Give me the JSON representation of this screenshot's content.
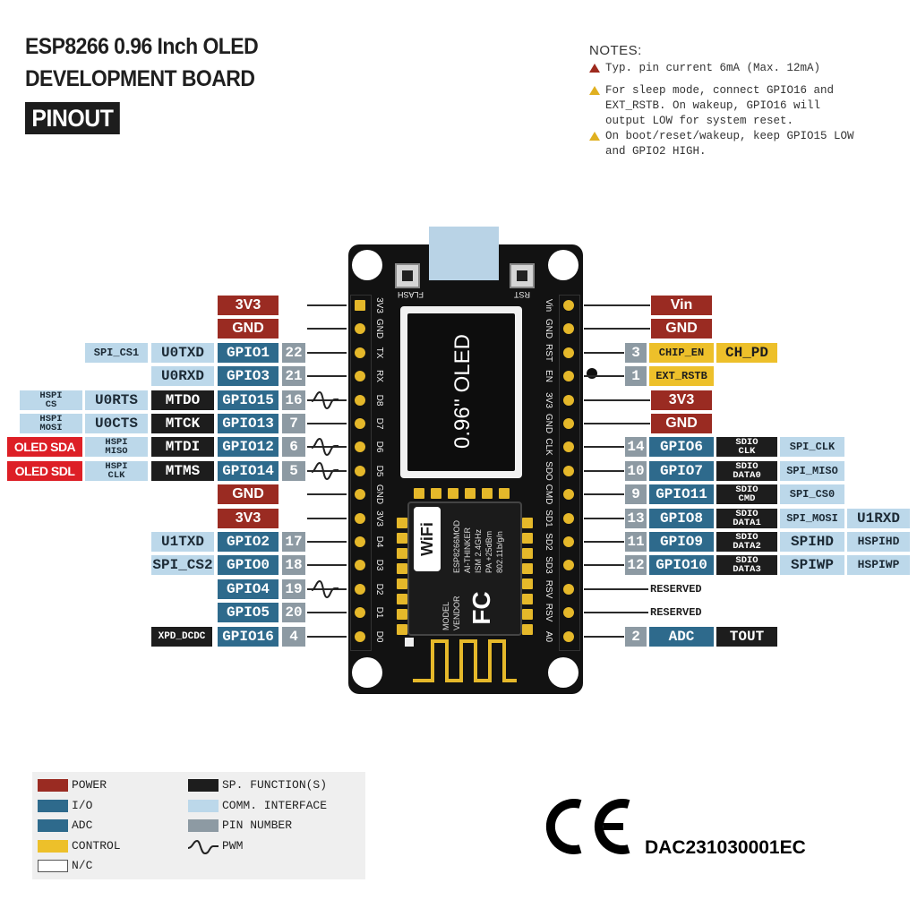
{
  "header": {
    "title_line1": "ESP8266 0.96 Inch OLED",
    "title_line2": "DEVELOPMENT BOARD",
    "tag": "PINOUT"
  },
  "notes": {
    "title": "NOTES:",
    "items": [
      {
        "text": "Typ. pin current 6mA (Max. 12mA)",
        "icon": "red-warning-triangle-icon"
      },
      {
        "text": "For sleep mode, connect GPIO16 and EXT_RSTB. On wakeup, GPIO16 will output LOW for system reset.",
        "icon": "yellow-warning-triangle-icon"
      },
      {
        "text": "On boot/reset/wakeup, keep GPIO15 LOW and GPIO2 HIGH.",
        "icon": "yellow-warning-triangle-icon"
      }
    ]
  },
  "colors": {
    "power": "#9a2b22",
    "io": "#2e6a8c",
    "adc": "#2e6a8c",
    "control": "#edc02a",
    "special": "#1d1d1d",
    "comm": "#bcd8ea",
    "pin_number": "#8d9aa3",
    "oled": "#dd1f26"
  },
  "board": {
    "flash": "FLASH",
    "rst": "RST",
    "screen_text": "0.96'' OLED",
    "module_lines": [
      "ESP8266MOD",
      "AI-THINKER",
      "ISM 2.4GHz",
      "PA +25dBm",
      "802.11b/g/n"
    ],
    "module_lines2": [
      "MODEL",
      "VENDOR"
    ],
    "wifi_logo": "WiFi",
    "fcc_logo": "FC",
    "left_silk": [
      "3V3",
      "GND",
      "TX",
      "RX",
      "D8",
      "D7",
      "D6",
      "D5",
      "GND",
      "3V3",
      "D4",
      "D3",
      "D2",
      "D1",
      "D0"
    ],
    "right_silk": [
      "Vin",
      "GND",
      "RST",
      "EN",
      "3V3",
      "GND",
      "CLK",
      "SDO",
      "CMD",
      "SD1",
      "SD2",
      "SD3",
      "RSV",
      "RSV",
      "A0"
    ]
  },
  "left_rows": [
    {
      "gpio": "3V3",
      "kind": "power"
    },
    {
      "gpio": "GND",
      "kind": "power"
    },
    {
      "gpio": "GPIO1",
      "num": "22",
      "extra1": "U0TXD",
      "extra2": "SPI_CS1"
    },
    {
      "gpio": "GPIO3",
      "num": "21",
      "extra1": "U0RXD"
    },
    {
      "gpio": "GPIO15",
      "num": "16",
      "extra1": "MTDO",
      "extra2": "U0RTS",
      "extra3a": "HSPI",
      "extra3b": "CS",
      "pwm": true
    },
    {
      "gpio": "GPIO13",
      "num": "7",
      "extra1": "MTCK",
      "extra2": "U0CTS",
      "extra3a": "HSPI",
      "extra3b": "MOSI"
    },
    {
      "gpio": "GPIO12",
      "num": "6",
      "extra1": "MTDI",
      "extra2a": "HSPI",
      "extra2b": "MISO",
      "oled": "OLED SDA",
      "pwm": true
    },
    {
      "gpio": "GPIO14",
      "num": "5",
      "extra1": "MTMS",
      "extra2a": "HSPI",
      "extra2b": "CLK",
      "oled": "OLED SDL",
      "pwm": true
    },
    {
      "gpio": "GND",
      "kind": "power"
    },
    {
      "gpio": "3V3",
      "kind": "power"
    },
    {
      "gpio": "GPIO2",
      "num": "17",
      "extra1": "U1TXD"
    },
    {
      "gpio": "GPIO0",
      "num": "18",
      "extra1": "SPI_CS2"
    },
    {
      "gpio": "GPIO4",
      "num": "19",
      "pwm": true
    },
    {
      "gpio": "GPIO5",
      "num": "20"
    },
    {
      "gpio": "GPIO16",
      "num": "4",
      "extra1": "XPD_DCDC"
    }
  ],
  "right_rows": [
    {
      "gpio": "Vin",
      "kind": "power"
    },
    {
      "gpio": "GND",
      "kind": "power"
    },
    {
      "num": "3",
      "ctrl": "CHIP_EN",
      "ctrl2": "CH_PD"
    },
    {
      "num": "1",
      "ctrl": "EXT_RSTB"
    },
    {
      "gpio": "3V3",
      "kind": "power"
    },
    {
      "gpio": "GND",
      "kind": "power"
    },
    {
      "gpio": "GPIO6",
      "num": "14",
      "sdio_a": "SDIO",
      "sdio_b": "CLK",
      "comm": "SPI_CLK"
    },
    {
      "gpio": "GPIO7",
      "num": "10",
      "sdio_a": "SDIO",
      "sdio_b": "DATA0",
      "comm": "SPI_MISO"
    },
    {
      "gpio": "GPIO11",
      "num": "9",
      "sdio_a": "SDIO",
      "sdio_b": "CMD",
      "comm": "SPI_CS0"
    },
    {
      "gpio": "GPIO8",
      "num": "13",
      "sdio_a": "SDIO",
      "sdio_b": "DATA1",
      "comm": "SPI_MOSI",
      "comm2": "U1RXD"
    },
    {
      "gpio": "GPIO9",
      "num": "11",
      "sdio_a": "SDIO",
      "sdio_b": "DATA2",
      "comm": "SPIHD",
      "comm2": "HSPIHD"
    },
    {
      "gpio": "GPIO10",
      "num": "12",
      "sdio_a": "SDIO",
      "sdio_b": "DATA3",
      "comm": "SPIWP",
      "comm2": "HSPIWP"
    },
    {
      "plain": "RESERVED"
    },
    {
      "plain": "RESERVED"
    },
    {
      "gpio": "ADC",
      "num": "2",
      "sp": "TOUT"
    }
  ],
  "legend": {
    "items": [
      {
        "label": "POWER",
        "icon": "power-swatch"
      },
      {
        "label": "I/O",
        "icon": "io-swatch"
      },
      {
        "label": "ADC",
        "icon": "adc-swatch"
      },
      {
        "label": "CONTROL",
        "icon": "control-swatch"
      },
      {
        "label": "N/C",
        "icon": "nc-swatch"
      },
      {
        "label": "SP. FUNCTION(S)",
        "icon": "special-swatch"
      },
      {
        "label": "COMM. INTERFACE",
        "icon": "comm-swatch"
      },
      {
        "label": "PIN NUMBER",
        "icon": "pin-number-swatch"
      },
      {
        "label": "PWM",
        "icon": "pwm-wave-icon"
      }
    ]
  },
  "certification": {
    "mark": "CE",
    "code": "DAC231030001EC"
  }
}
